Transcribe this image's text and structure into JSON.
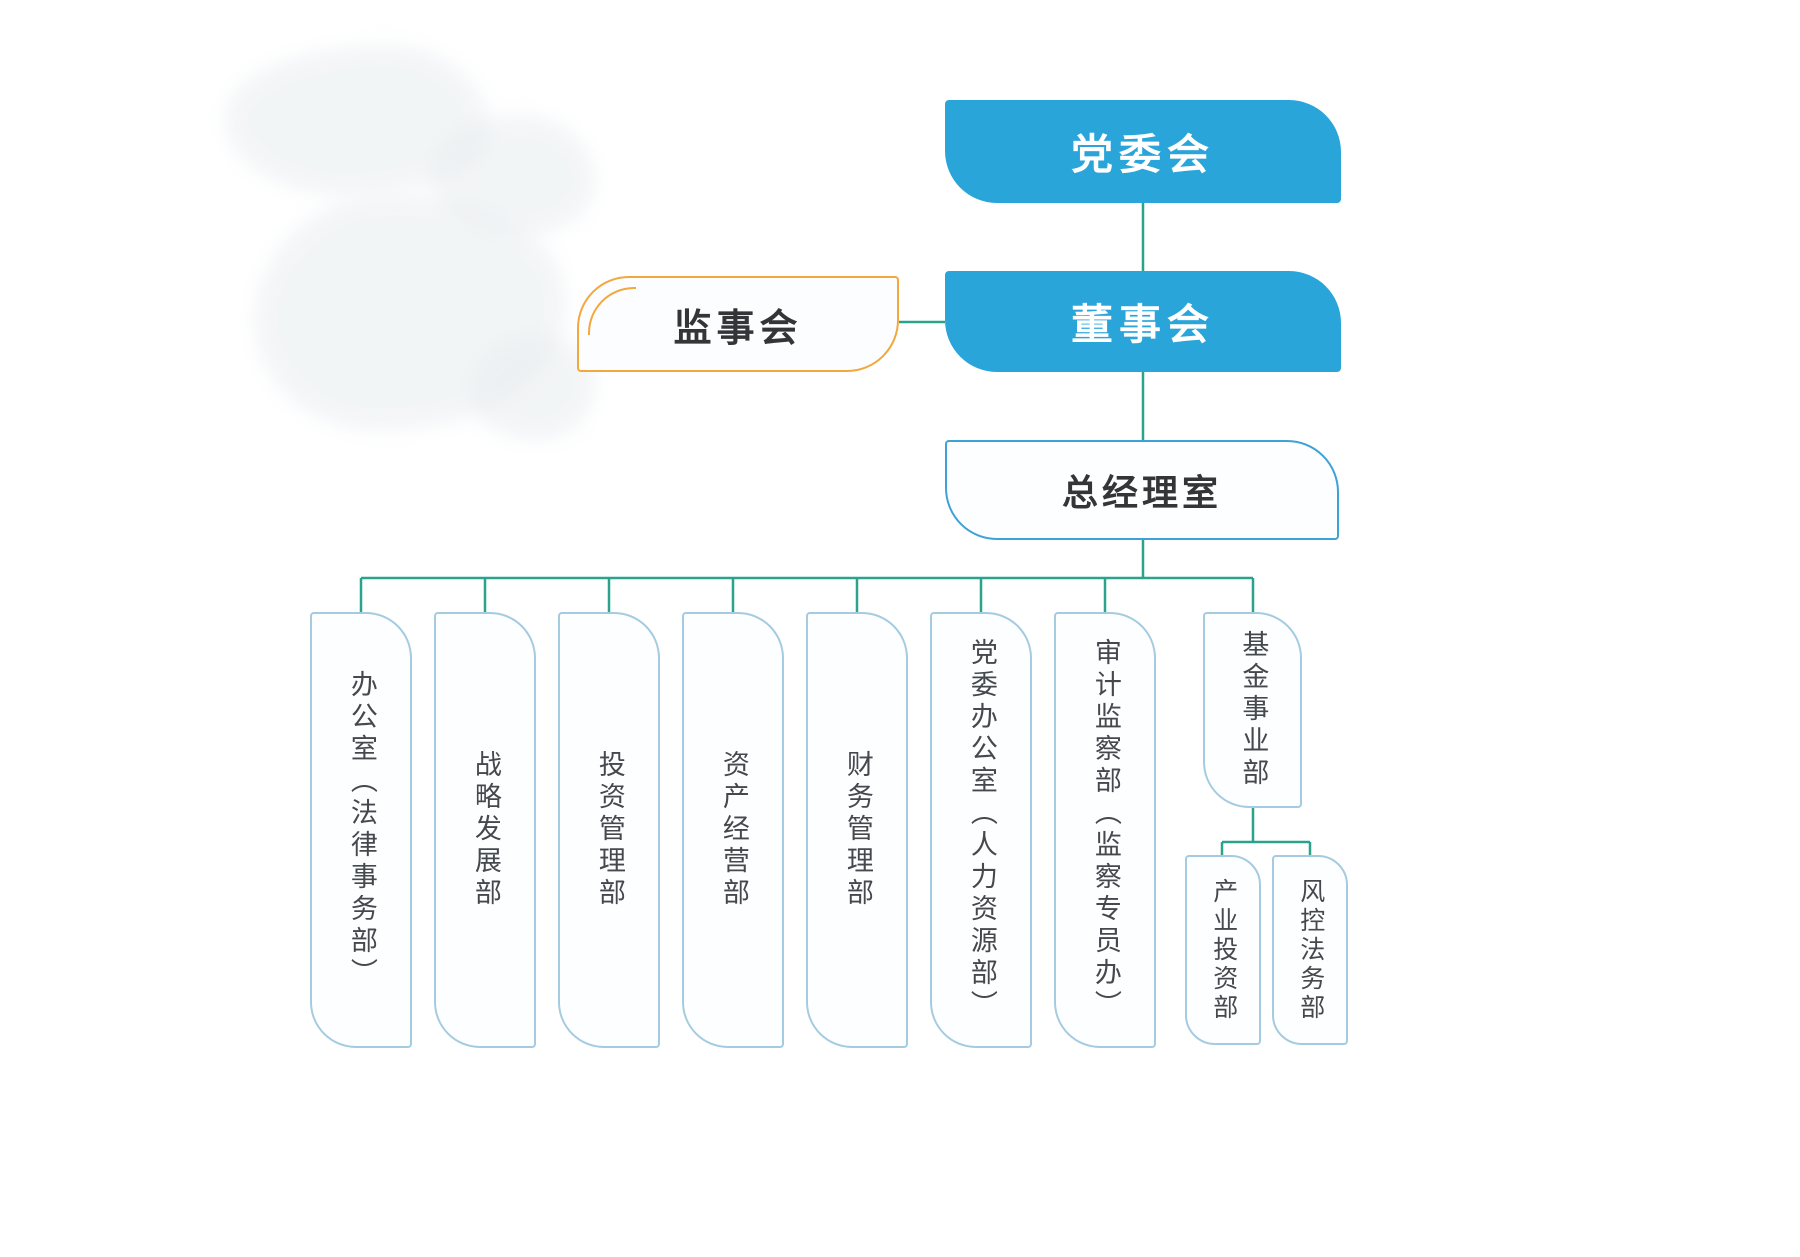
{
  "org": {
    "party_committee": "党委会",
    "board_of_directors": "董事会",
    "supervisory_board": "监事会",
    "general_manager_office": "总经理室",
    "departments": [
      "办公室（法律事务部）",
      "战略发展部",
      "投资管理部",
      "资产经营部",
      "财务管理部",
      "党委办公室（人力资源部）",
      "审计监察部（监察专员办）",
      "基金事业部"
    ],
    "fund_sub_departments": [
      "产业投资部",
      "风控法务部"
    ]
  },
  "colors": {
    "primary_blue": "#29a5da",
    "outline_blue": "#3ea2d6",
    "dept_border": "#a5cbe0",
    "orange": "#f3a73f",
    "connector": "#2ba38c"
  }
}
